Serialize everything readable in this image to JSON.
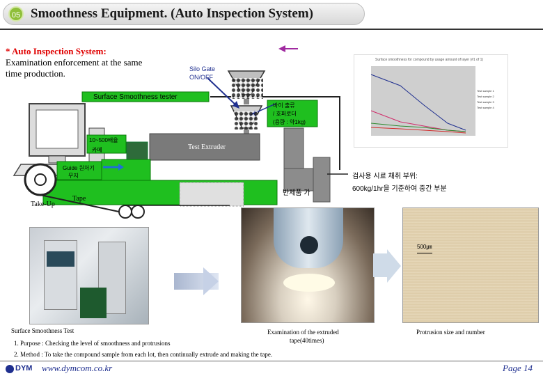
{
  "header": {
    "slide_number": "05",
    "title": "Smoothness Equipment. (Auto  Inspection  System)"
  },
  "intro": {
    "heading": "* Auto Inspection System:",
    "line1": "Examination enforcement at the same",
    "line2": "time production."
  },
  "diagram": {
    "silo_gate_line1": "Silo Gate",
    "silo_gate_line2": "ON/OFF",
    "surface_tester": "Surface Smoothness tester",
    "pellet_line1": "바이 출류",
    "pellet_line2": "/ 호퍼로더",
    "pellet_line3": "(용량 : 약1kg)",
    "camera_range": "10~500배율",
    "camera": "카메",
    "test_extruder": "Test Extruder",
    "guide_line1": "Guide 원처기",
    "guide_line2": "무지",
    "take_up": "Take-Up",
    "tape": "Tape",
    "sample_label_partial": "반제품 가",
    "inspection_line1": "검사용 시료 채취 부위:",
    "inspection_line2": "600kg/1hr을 기준하여 중간 부분"
  },
  "chart_thumbnail": {
    "title": "Surface smoothness for compound by usage amount of layer (#1 of 1)",
    "legend": [
      "Test sample 1",
      "Test sample 2",
      "Test sample 3",
      "Test sample 4"
    ],
    "colors": [
      "#1f2f8f",
      "#d12b6a",
      "#2e8a2e",
      "#d12b2b"
    ]
  },
  "photos": {
    "scale_label": "500㎛"
  },
  "captions": {
    "surface_tester": "Surface Smoothness Test",
    "extruded_line1": "Examination of the extruded",
    "extruded_line2": "tape(40times)",
    "protrusion": "Protrusion size and number"
  },
  "notes": {
    "purpose": "1. Purpose : Checking the level of smoothness and protrusions",
    "method": "2. Method : To take the compound sample from each lot, then continually extrude and making the tape."
  },
  "footer": {
    "logo": "DYM",
    "url": "www.dymcom.co.kr",
    "page": "Page 14"
  }
}
